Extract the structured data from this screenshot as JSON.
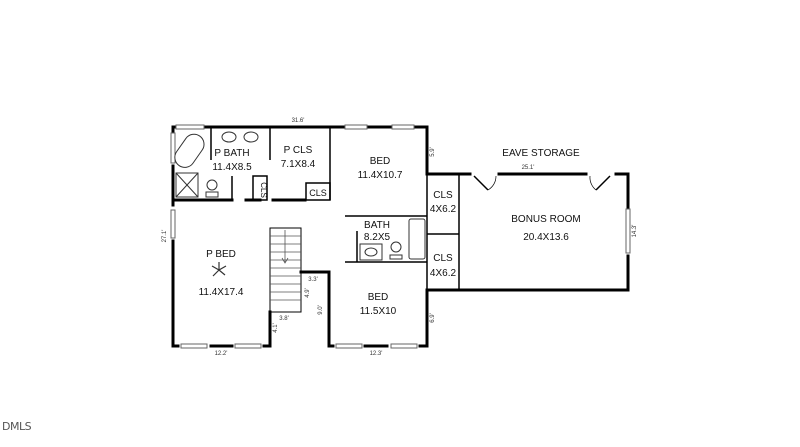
{
  "floorplan": {
    "rooms": [
      {
        "id": "p-bath",
        "name": "P BATH",
        "size": "11.4X8.5"
      },
      {
        "id": "p-cls",
        "name": "P CLS",
        "size": "7.1X8.4"
      },
      {
        "id": "bed-1",
        "name": "BED",
        "size": "11.4X10.7"
      },
      {
        "id": "eave-storage",
        "name": "EAVE STORAGE",
        "size": ""
      },
      {
        "id": "cls-upper",
        "name": "CLS",
        "size": "4X6.2"
      },
      {
        "id": "bonus-room",
        "name": "BONUS ROOM",
        "size": "20.4X13.6"
      },
      {
        "id": "bath",
        "name": "BATH",
        "size": "8.2X5"
      },
      {
        "id": "cls-lower",
        "name": "CLS",
        "size": "4X6.2"
      },
      {
        "id": "p-bed",
        "name": "P BED",
        "size": "11.4X17.4"
      },
      {
        "id": "bed-2",
        "name": "BED",
        "size": "11.5X10"
      },
      {
        "id": "cls-small-1",
        "name": "CLS",
        "size": ""
      },
      {
        "id": "cls-small-2",
        "name": "CLS",
        "size": ""
      }
    ],
    "dimensions": {
      "top_width": "31.6'",
      "left_height": "27.1'",
      "bed1_wall": "5.9'",
      "eave_width": "25.1'",
      "bonus_right": "14.3'",
      "pbed_bottom": "12.2'",
      "bed2_bottom": "12.3'",
      "stair_landing_w": "3.3'",
      "stair_landing_h": "4.9'",
      "stair_bottom": "3.8'",
      "stair_wall": "4.1'",
      "hall_wall": "9.0'",
      "bed2_right": "6.9'"
    }
  },
  "watermark": "DMLS"
}
